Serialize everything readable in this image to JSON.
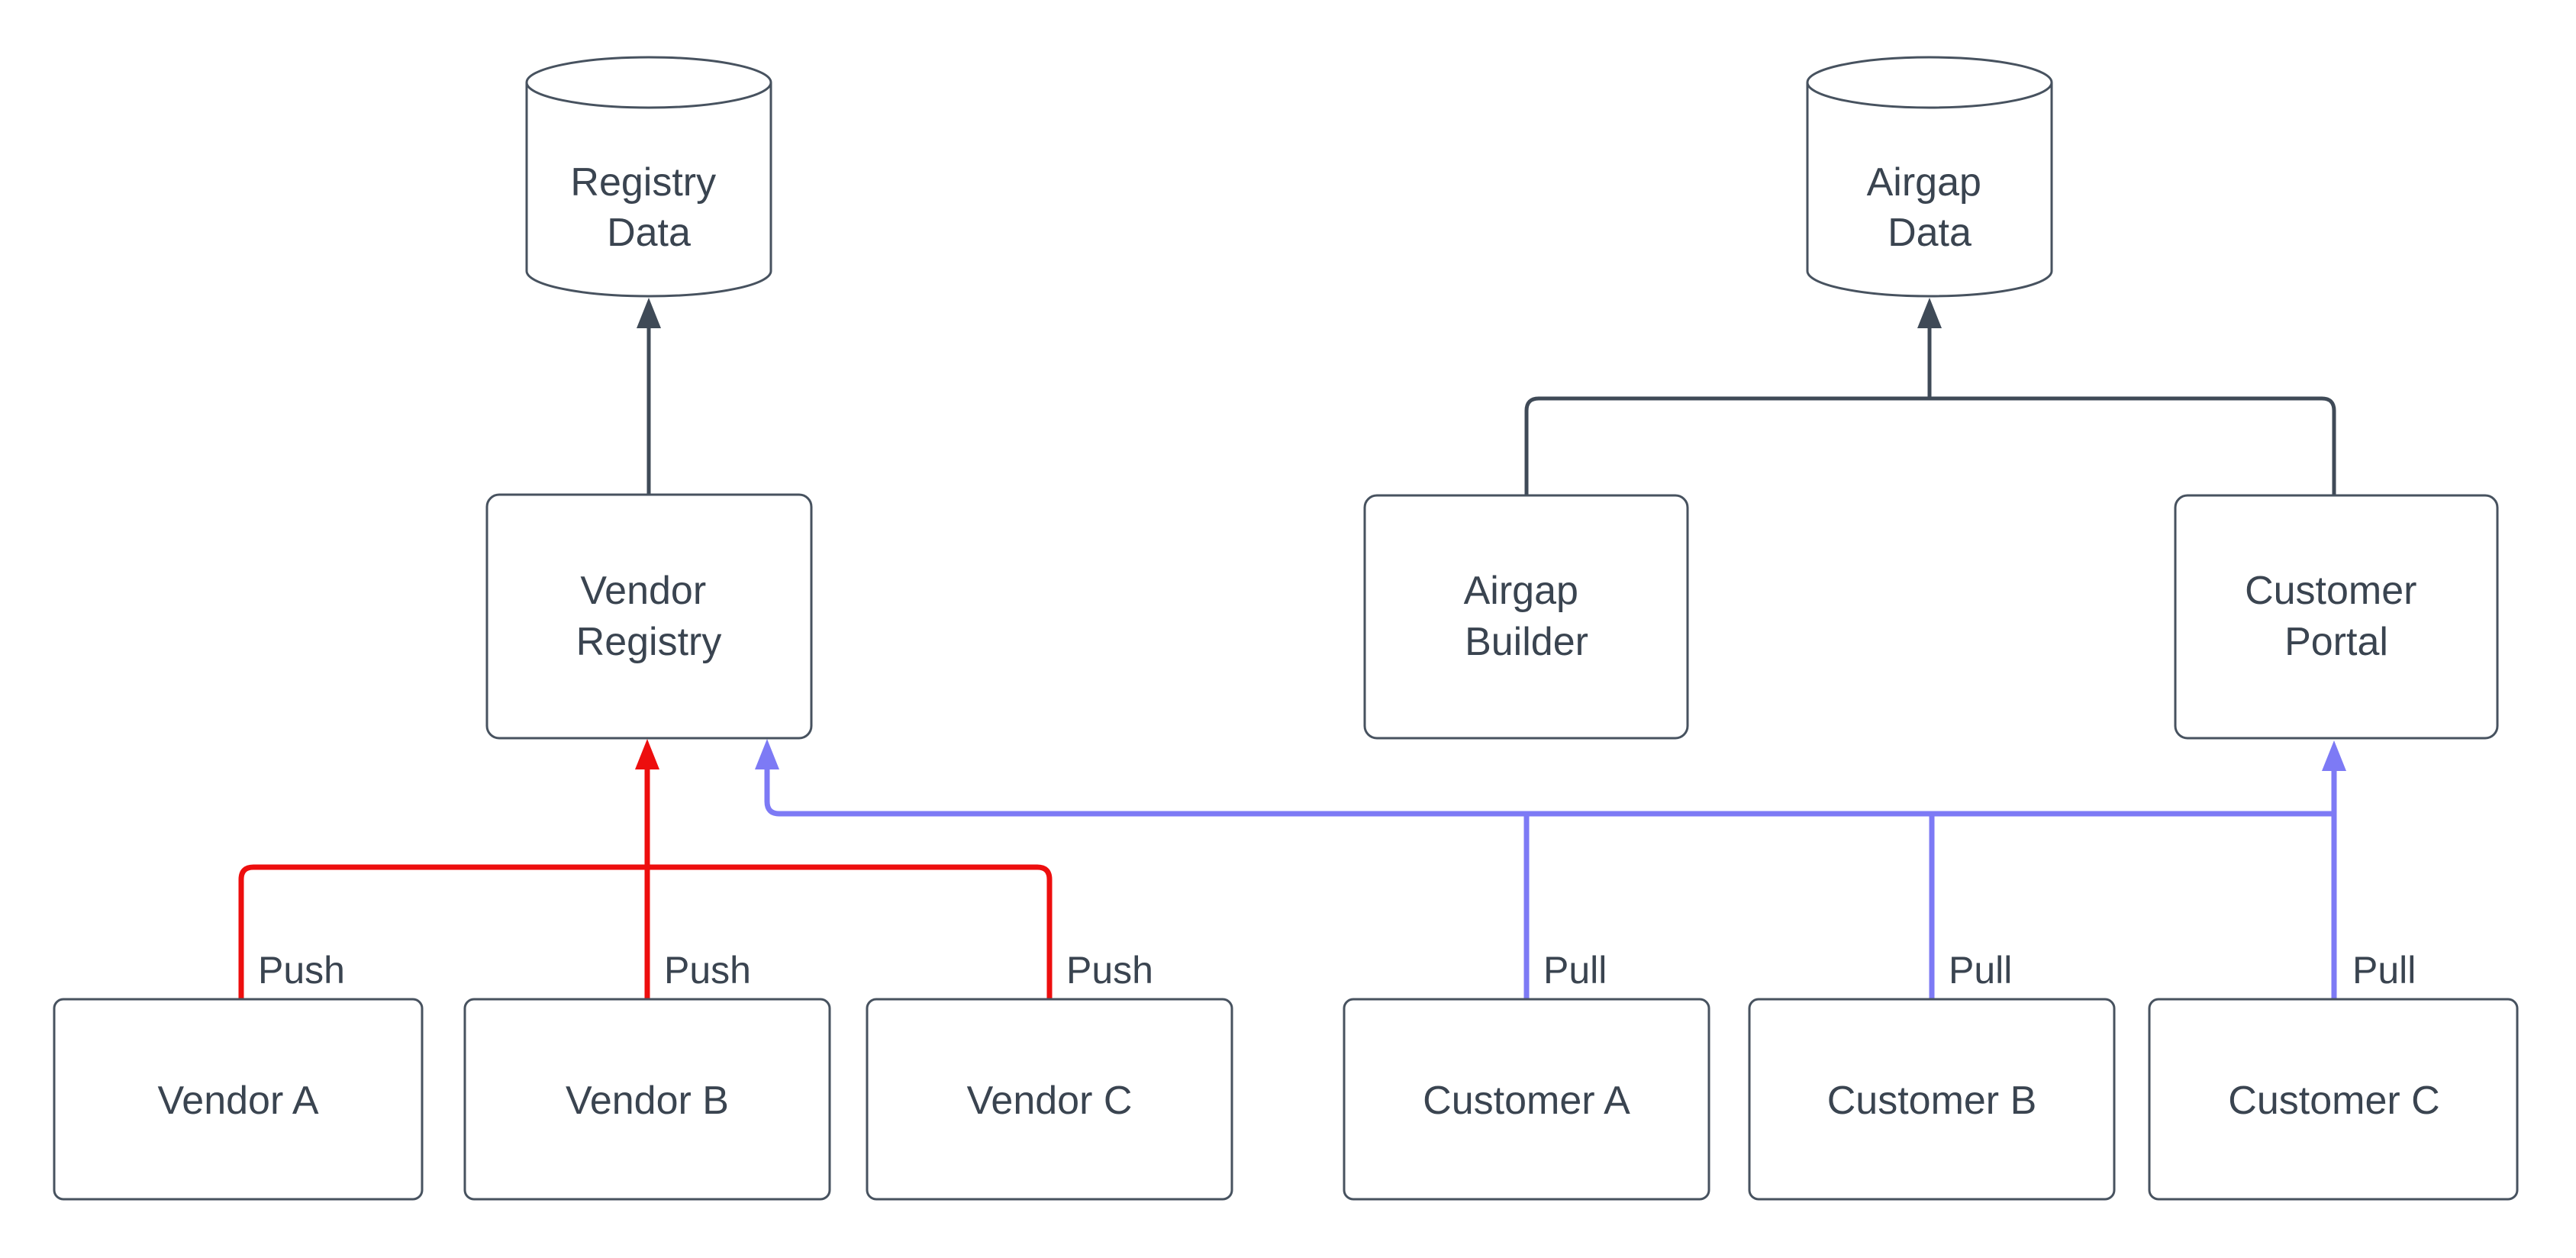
{
  "canvas": {
    "background": "#ffffff"
  },
  "colors": {
    "ink": "#3a4450",
    "shape_border": "#47525f",
    "dark_edge": "#3f4a57",
    "push": "#ed0e0e",
    "pull": "#7d7af5"
  },
  "nodes": {
    "registry_data": {
      "type": "cylinder",
      "line1": "Registry",
      "line2": "Data"
    },
    "airgap_data": {
      "type": "cylinder",
      "line1": "Airgap",
      "line2": "Data"
    },
    "vendor_registry": {
      "type": "box",
      "line1": "Vendor",
      "line2": "Registry"
    },
    "airgap_builder": {
      "type": "box",
      "line1": "Airgap",
      "line2": "Builder"
    },
    "customer_portal": {
      "type": "box",
      "line1": "Customer",
      "line2": "Portal"
    },
    "vendor_a": {
      "type": "box",
      "label": "Vendor A"
    },
    "vendor_b": {
      "type": "box",
      "label": "Vendor B"
    },
    "vendor_c": {
      "type": "box",
      "label": "Vendor C"
    },
    "customer_a": {
      "type": "box",
      "label": "Customer A"
    },
    "customer_b": {
      "type": "box",
      "label": "Customer B"
    },
    "customer_c": {
      "type": "box",
      "label": "Customer C"
    }
  },
  "edges": {
    "push_labels": [
      "Push",
      "Push",
      "Push"
    ],
    "pull_labels": [
      "Pull",
      "Pull",
      "Pull"
    ]
  }
}
